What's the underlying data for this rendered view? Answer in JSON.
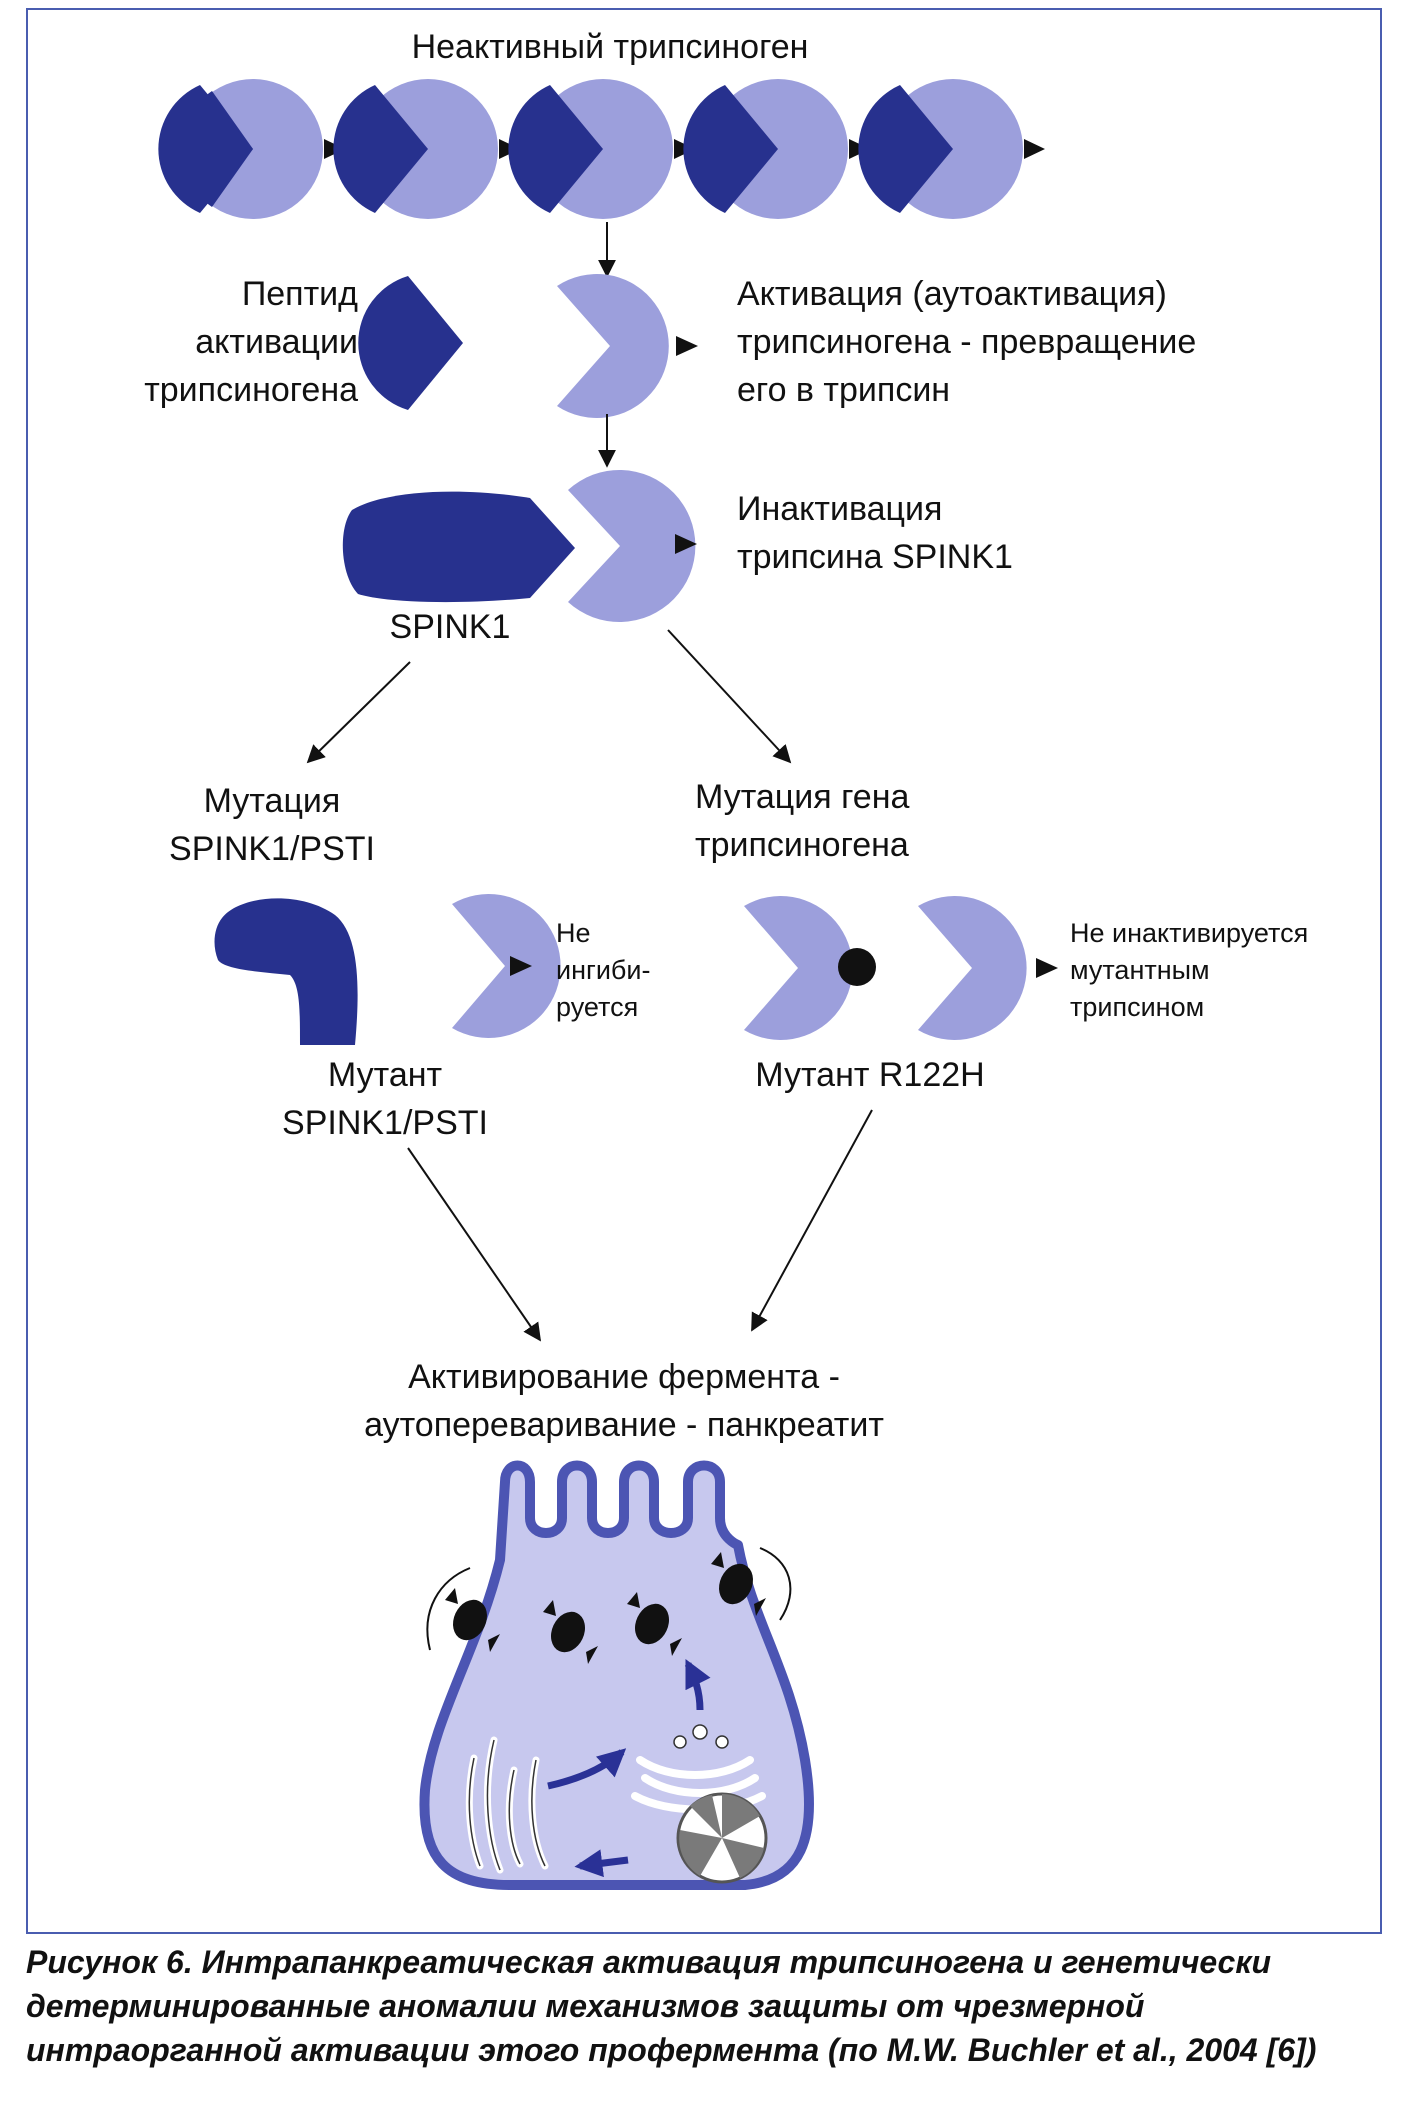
{
  "labels": {
    "inactive_trypsinogen": "Неактивный трипсиноген",
    "peptide_1": "Пептид",
    "peptide_2": "активации",
    "peptide_3": "трипсиногена",
    "activation_1": "Активация (аутоактивация)",
    "activation_2": "трипсиногена - превращение",
    "activation_3": "его в трипсин",
    "inactivation_1": "Инактивация",
    "inactivation_2": "трипсина SPINK1",
    "spink1": "SPINK1",
    "mut_spink_1": "Мутация",
    "mut_spink_2": "SPINK1/PSTI",
    "mut_gene_1": "Мутация гена",
    "mut_gene_2": "трипсиногена",
    "not_inhib_1": "Не",
    "not_inhib_2": "ингиби-",
    "not_inhib_3": "руется",
    "not_inact_1": "Не инактивируется",
    "not_inact_2": "мутантным",
    "not_inact_3": "трипсином",
    "mutant_spink_1": "Мутант",
    "mutant_spink_2": "SPINK1/PSTI",
    "mutant_r122h": "Мутант R122H",
    "outcome_1": "Активирование фермента -",
    "outcome_2": "аутопереваривание - панкреатит"
  },
  "caption": "Рисунок 6. Интрапанкреатическая активация трипсиногена и генетически детерминированные аномалии механизмов защиты от чрезмерной интраорганной активации этого профермента (по M.W. Buchler et al., 2004 [6])",
  "colors": {
    "light_purple": "#9c9fdc",
    "dark_blue": "#27318e",
    "frame": "#4a5db0",
    "cell_fill": "#c7c8ee"
  }
}
